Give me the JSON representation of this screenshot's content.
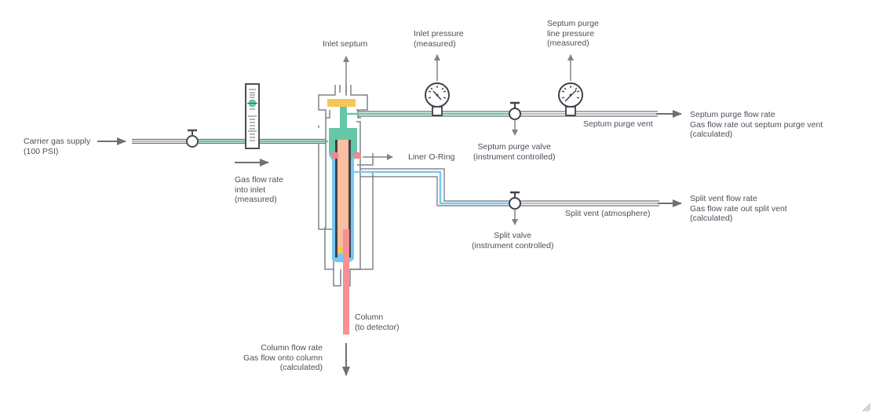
{
  "diagram": {
    "title": "Split/splitless inlet flow diagram",
    "colors": {
      "pipe": "#6b7178",
      "arrow": "#7d848b",
      "carrier_gas": "#66c7a8",
      "split_flow": "#78c8f0",
      "septum": "#f7c65a",
      "liner": "#f9bda0",
      "o_ring": "#f4858b",
      "column": "#f78f95",
      "ferrule": "#f7c65a"
    },
    "labels": {
      "carrier_supply": "Carrier gas supply\n(100 PSI)",
      "gas_flow_in": "Gas flow rate\ninto inlet\n(measured)",
      "inlet_septum": "Inlet septum",
      "inlet_pressure": "Inlet pressure\n(measured)",
      "septum_purge_pressure": "Septum purge\nline pressure\n(measured)",
      "septum_purge_vent": "Septum purge vent",
      "septum_purge_flow": "Septum purge flow rate\nGas flow rate out septum purge vent\n(calculated)",
      "septum_purge_valve": "Septum purge valve\n(instrument controlled)",
      "liner_oring": "Liner O-Ring",
      "split_valve": "Split valve\n(instrument controlled)",
      "split_vent": "Split vent (atmosphere)",
      "split_vent_flow": "Split vent flow rate\nGas flow rate out split vent\n(calculated)",
      "column": "Column\n(to detector)",
      "column_flow": "Column flow rate\nGas flow onto column\n(calculated)"
    },
    "components": [
      {
        "name": "shutoff-valve",
        "icon": "valve-icon"
      },
      {
        "name": "flow-meter",
        "icon": "rotameter-icon"
      },
      {
        "name": "inlet-body",
        "icon": "inlet-icon"
      },
      {
        "name": "inlet-pressure-gauge",
        "icon": "pressure-gauge-icon"
      },
      {
        "name": "septum-purge-valve",
        "icon": "valve-icon"
      },
      {
        "name": "septum-purge-gauge",
        "icon": "pressure-gauge-icon"
      },
      {
        "name": "split-valve",
        "icon": "valve-icon"
      }
    ]
  }
}
